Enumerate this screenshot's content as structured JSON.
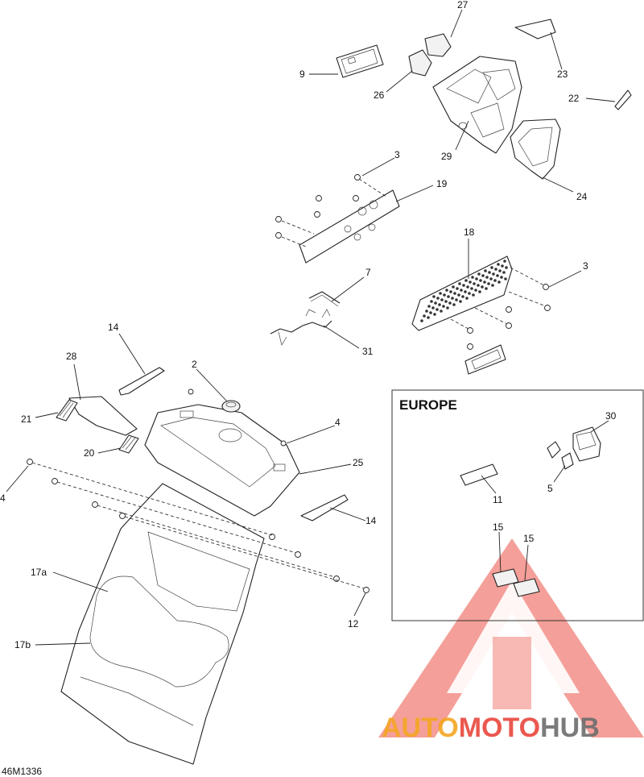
{
  "figure_id": "46M1336",
  "inset": {
    "title": "EUROPE"
  },
  "watermark": {
    "brand_orange": "AUTO",
    "brand_red": "MOTO",
    "brand_grey": "HUB",
    "colors": {
      "orange": "#f5a623",
      "red": "#e8463c",
      "grey": "#6d6d6d",
      "logo": "#ee6a5f"
    }
  },
  "callouts": {
    "c27": "27",
    "c9": "9",
    "c23": "23",
    "c26": "26",
    "c22": "22",
    "c29": "29",
    "c24": "24",
    "c3a": "3",
    "c19": "19",
    "c18": "18",
    "c3b": "3",
    "c7": "7",
    "c31": "31",
    "c14a": "14",
    "c28": "28",
    "c2": "2",
    "c21": "21",
    "c4a": "4",
    "c20": "20",
    "c25": "25",
    "c4b": "4",
    "c14b": "14",
    "c17a": "17a",
    "c12": "12",
    "c17b": "17b",
    "c30": "30",
    "c11": "11",
    "c5": "5",
    "c15a": "15",
    "c15b": "15"
  }
}
